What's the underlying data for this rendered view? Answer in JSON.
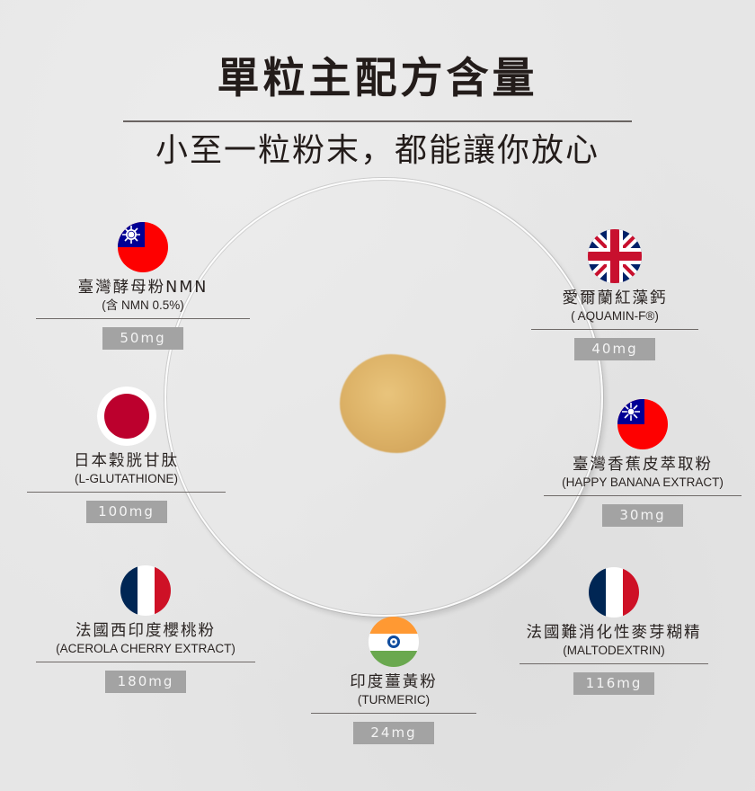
{
  "header": {
    "title": "單粒主配方含量",
    "subtitle": "小至一粒粉末，都能讓你放心"
  },
  "colors": {
    "background": "#e6e6e6",
    "dose_badge": "#a3a3a3",
    "powder": "#deb469"
  },
  "ingredients": [
    {
      "flag": "taiwan-flag-icon",
      "name_zh": "臺灣酵母粉NMN",
      "name_en": "(含 NMN 0.5%)",
      "dose": "50mg"
    },
    {
      "flag": "uk-flag-icon",
      "name_zh": "愛爾蘭紅藻鈣",
      "name_en": "( AQUAMIN-F®)",
      "dose": "40mg"
    },
    {
      "flag": "japan-flag-icon",
      "name_zh": "日本穀胱甘肽",
      "name_en": "(L-GLUTATHIONE)",
      "dose": "100mg"
    },
    {
      "flag": "taiwan-flag-icon",
      "name_zh": "臺灣香蕉皮萃取粉",
      "name_en": "(HAPPY BANANA EXTRACT)",
      "dose": "30mg"
    },
    {
      "flag": "france-flag-icon",
      "name_zh": "法國西印度櫻桃粉",
      "name_en": "(ACEROLA CHERRY EXTRACT)",
      "dose": "180mg"
    },
    {
      "flag": "india-flag-icon",
      "name_zh": "印度薑黃粉",
      "name_en": "(TURMERIC)",
      "dose": "24mg"
    },
    {
      "flag": "france-flag-icon",
      "name_zh": "法國難消化性麥芽糊精",
      "name_en": "(MALTODEXTRIN)",
      "dose": "116mg"
    }
  ]
}
